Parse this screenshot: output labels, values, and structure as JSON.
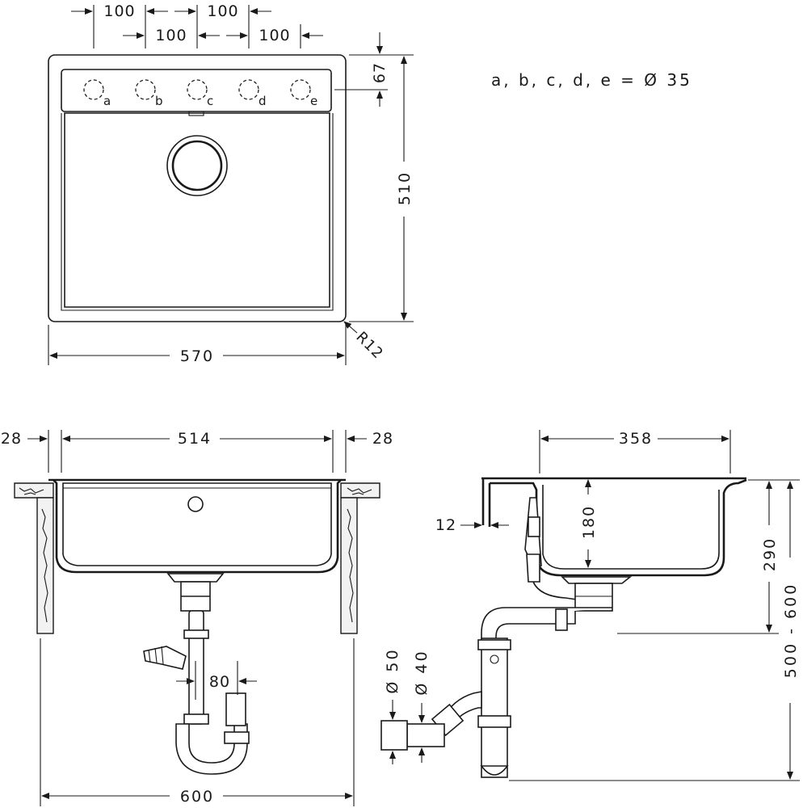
{
  "top_view": {
    "hole_spacing_top": [
      "100",
      "100"
    ],
    "hole_spacing_bottom": [
      "100",
      "100"
    ],
    "tap_depth": "67",
    "depth": "510",
    "width": "570",
    "radius": "R12",
    "hole_labels": [
      "a",
      "b",
      "c",
      "d",
      "e"
    ],
    "hole_note": "a, b, c, d, e = Ø 35"
  },
  "front_view": {
    "left_margin": "28",
    "inner_width": "514",
    "right_margin": "28",
    "trap_offset": "80",
    "cabinet_width": "600"
  },
  "side_view": {
    "bowl_length": "358",
    "rim_thickness": "12",
    "bowl_depth": "180",
    "drain_height": "290",
    "install_height": "500 - 600",
    "pipe_dia_large": "Ø 50",
    "pipe_dia_small": "Ø 40"
  }
}
